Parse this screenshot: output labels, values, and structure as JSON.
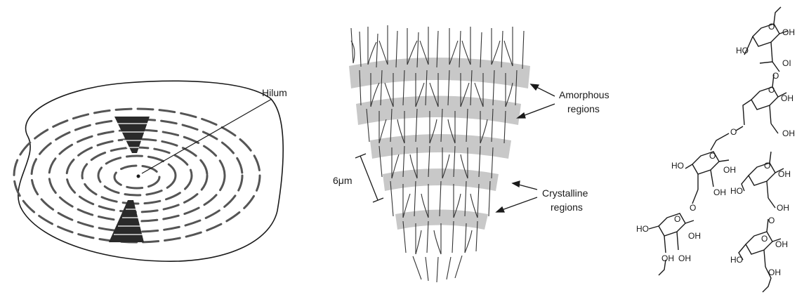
{
  "granule_panel": {
    "hilum_label": "Hilum"
  },
  "cluster_panel": {
    "amorphous_label": [
      "Amorphous",
      "regions"
    ],
    "crystalline_label": [
      "Crystalline",
      "regions"
    ],
    "spacing_label": "6μm"
  },
  "molecule_panel": {
    "groups": {
      "oh": "OH",
      "ho": "HO",
      "oh_partial": "OI",
      "o": "O"
    }
  },
  "colors": {
    "ink": "#1a1a1a",
    "band": "#c8c8c8",
    "granule_dark": "#2a2a2a"
  }
}
